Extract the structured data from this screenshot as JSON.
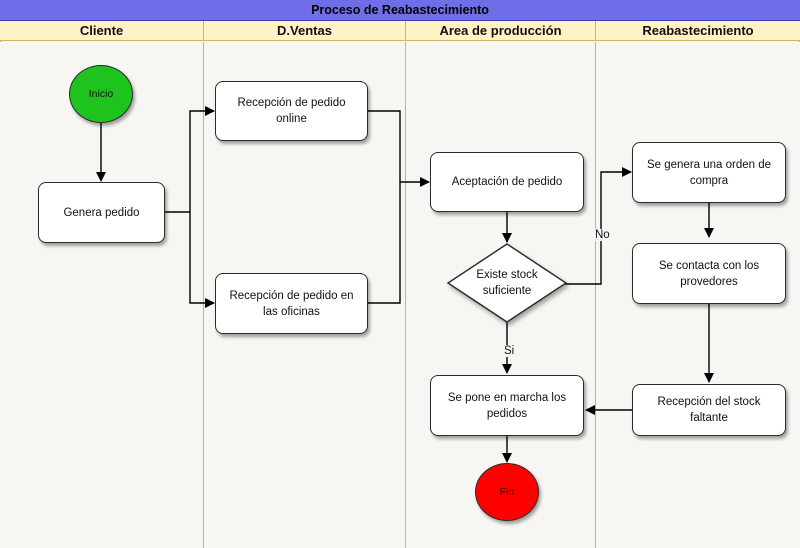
{
  "title": "Proceso de Reabastecimiento",
  "lanes": [
    "Cliente",
    "D.Ventas",
    "Area de producción",
    "Reabastecimiento"
  ],
  "nodes": {
    "inicio": "Inicio",
    "genera_pedido": "Genera pedido",
    "recepcion_online": "Recepción de pedido online",
    "recepcion_oficinas": "Recepción de pedido en las oficinas",
    "aceptacion": "Aceptación de pedido",
    "existe_stock": "Existe  stock suficiente",
    "marcha": "Se pone en marcha los pedidos",
    "fin": "Fin",
    "orden_compra": "Se genera una orden de compra",
    "contacta": "Se contacta con los provedores",
    "recepcion_stock": "Recepción del stock faltante"
  },
  "edge_labels": {
    "no": "No",
    "si": "Si"
  },
  "colors": {
    "title_bar": "#6d6ee8",
    "lane_header": "#fff2c6",
    "lane_border": "#d6b25c",
    "start": "#1ec31e",
    "end": "#ff0000"
  }
}
